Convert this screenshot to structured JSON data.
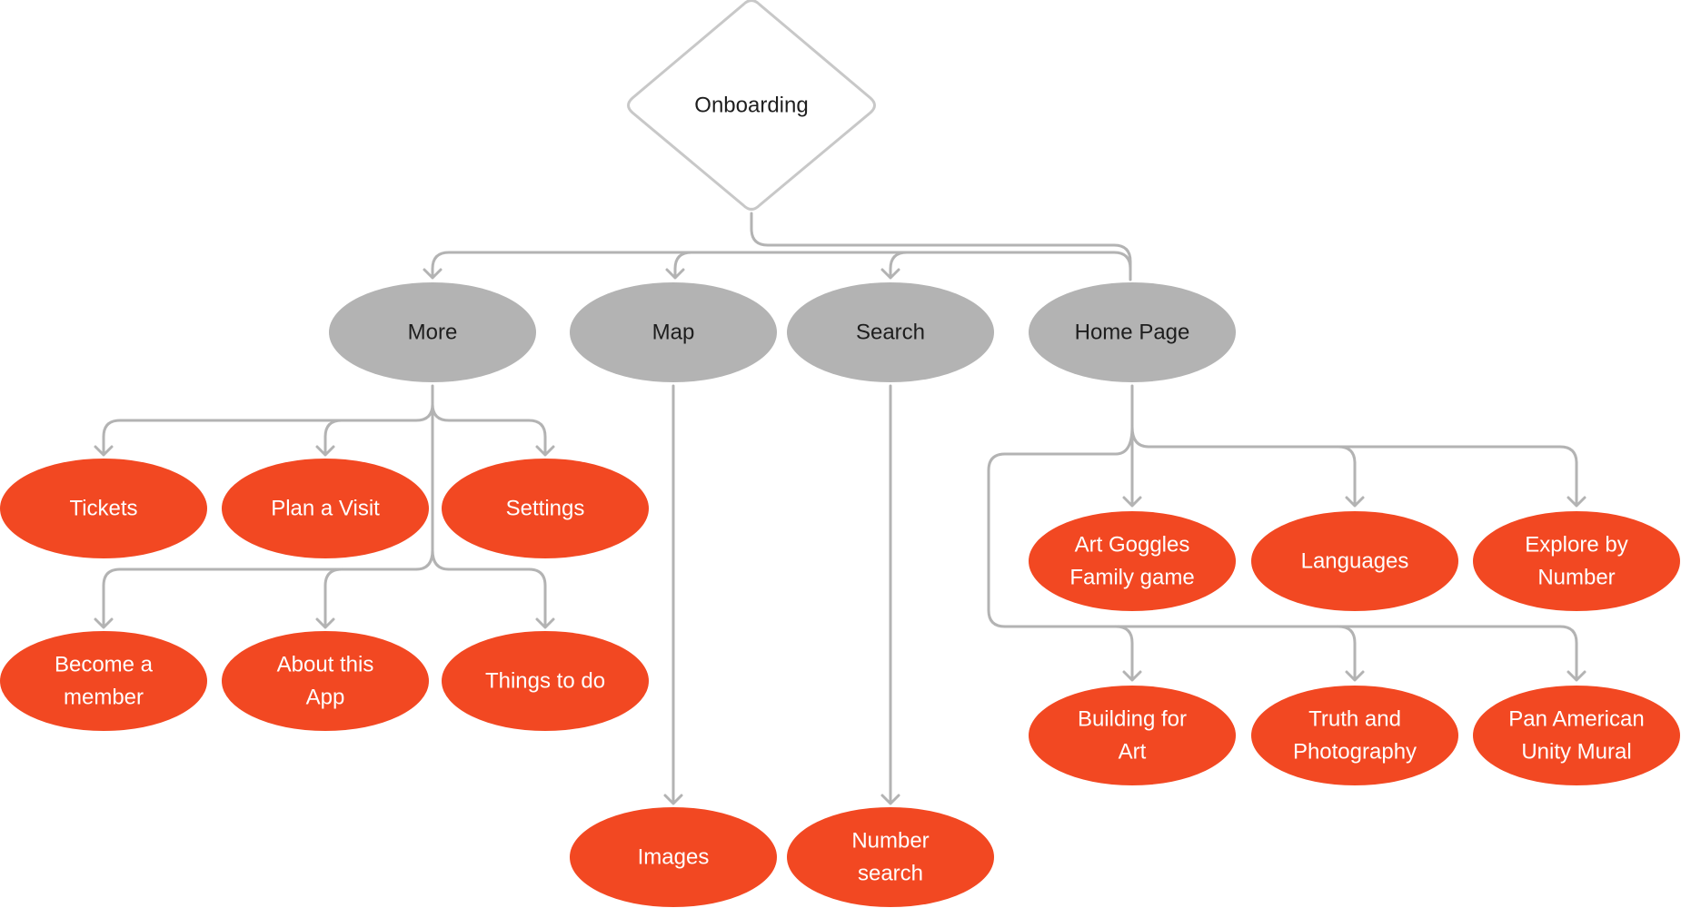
{
  "colors": {
    "connector": "#b3b3b3",
    "decision_stroke": "#c8c8c8",
    "category_fill": "#b3b3b3",
    "page_fill": "#f24822",
    "dark_text": "#1e1e1e",
    "light_text": "#ffffff"
  },
  "nodes": {
    "onboarding": {
      "lines": [
        "Onboarding"
      ]
    },
    "more": {
      "lines": [
        "More"
      ]
    },
    "map": {
      "lines": [
        "Map"
      ]
    },
    "search": {
      "lines": [
        "Search"
      ]
    },
    "home": {
      "lines": [
        "Home Page"
      ]
    },
    "tickets": {
      "lines": [
        "Tickets"
      ]
    },
    "plan_visit": {
      "lines": [
        "Plan a Visit"
      ]
    },
    "settings": {
      "lines": [
        "Settings"
      ]
    },
    "become_member": {
      "lines": [
        "Become a",
        "member"
      ]
    },
    "about_app": {
      "lines": [
        "About this",
        "App"
      ]
    },
    "things_to_do": {
      "lines": [
        "Things to do"
      ]
    },
    "images": {
      "lines": [
        "Images"
      ]
    },
    "number_search": {
      "lines": [
        "Number",
        "search"
      ]
    },
    "art_goggles": {
      "lines": [
        "Art Goggles",
        "Family game"
      ]
    },
    "languages": {
      "lines": [
        "Languages"
      ]
    },
    "explore_number": {
      "lines": [
        "Explore by",
        "Number"
      ]
    },
    "building_art": {
      "lines": [
        "Building for",
        "Art"
      ]
    },
    "truth_photo": {
      "lines": [
        "Truth and",
        "Photography"
      ]
    },
    "pan_american": {
      "lines": [
        "Pan American",
        "Unity Mural"
      ]
    }
  }
}
